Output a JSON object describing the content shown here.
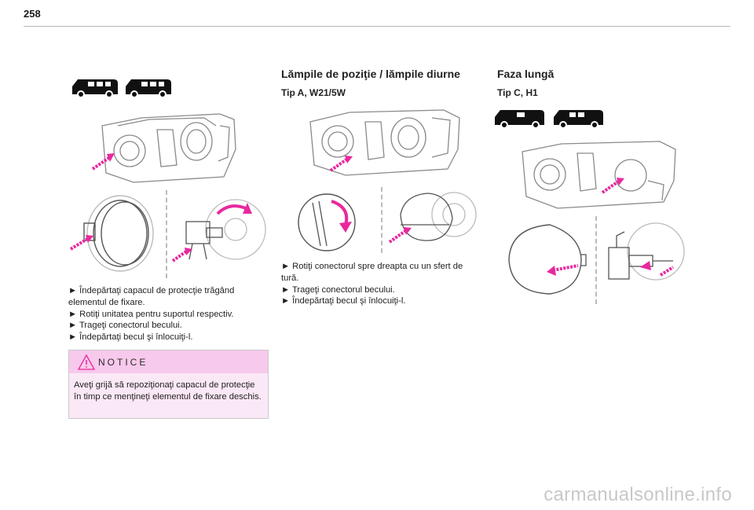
{
  "page": {
    "number": "258"
  },
  "left": {
    "steps": [
      "► Îndepărtaţi capacul de protecţie trăgând elementul de fixare.",
      "► Rotiţi unitatea pentru suportul respectiv.",
      "► Trageţi conectorul becului.",
      "► Îndepărtaţi becul şi înlocuiţi-l."
    ],
    "notice": {
      "title": "NOTICE",
      "text": "Aveţi grijă să repoziţionaţi capacul de protecţie în timp ce menţineţi elementul de fixare deschis."
    }
  },
  "middle": {
    "title": "Lămpile de poziţie / lămpile diurne",
    "subtitle": "Tip A, W21/5W",
    "steps": [
      "► Rotiţi conectorul spre dreapta cu un sfert de tură.",
      "► Trageţi conectorul becului.",
      "► Îndepărtaţi becul şi înlocuiţi-l."
    ]
  },
  "right": {
    "title": "Faza lungă",
    "subtitle": "Tip C, H1"
  },
  "watermark": "carmanualsonline.info",
  "colors": {
    "accent": "#e8299e",
    "notice_bg": "#fbe8f6",
    "notice_head": "#f7c9ec"
  }
}
